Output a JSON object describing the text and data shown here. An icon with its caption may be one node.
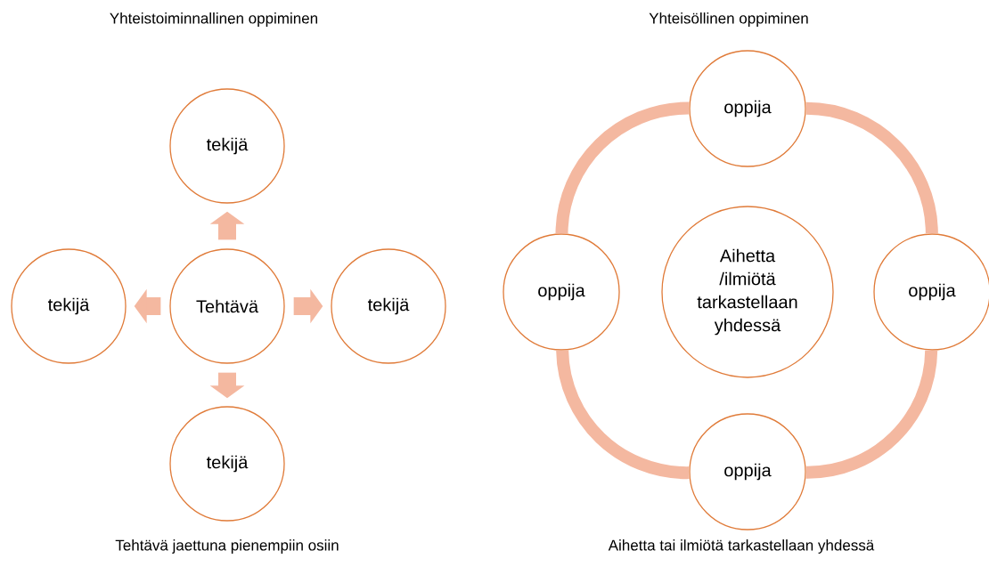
{
  "diagram": {
    "nodes": [
      {
        "text": [
          "tekijä"
        ]
      },
      {
        "text": [
          "tekijä"
        ]
      },
      {
        "text": [
          "Tehtävä"
        ]
      },
      {
        "text": [
          "tekijä"
        ]
      },
      {
        "text": [
          "tekijä"
        ]
      },
      {
        "text": [
          "oppija"
        ]
      },
      {
        "text": [
          "oppija"
        ]
      },
      {
        "text": [
          "Aihetta /ilmiötä tarkastellaan yhdessä"
        ]
      },
      {
        "text": [
          "oppija"
        ]
      },
      {
        "text": [
          "oppija"
        ]
      }
    ],
    "edges": [
      {
        "from": 2,
        "to": 0,
        "arrow": "to"
      },
      {
        "from": 2,
        "to": 1,
        "arrow": "to"
      },
      {
        "from": 2,
        "to": 3,
        "arrow": "to"
      },
      {
        "from": 2,
        "to": 4,
        "arrow": "to"
      },
      {
        "from": 5,
        "to": 8,
        "arrow": "none"
      },
      {
        "from": 8,
        "to": 9,
        "arrow": "none"
      },
      {
        "from": 9,
        "to": 6,
        "arrow": "none"
      },
      {
        "from": 6,
        "to": 5,
        "arrow": "none"
      }
    ],
    "labels": [
      "Yhteistoiminnallinen oppiminen",
      "Yhteisöllinen oppiminen",
      "Tehtävä jaettuna pienempiin osiin",
      "Aihetta tai ilmiötä tarkastellaan yhdessä"
    ]
  }
}
